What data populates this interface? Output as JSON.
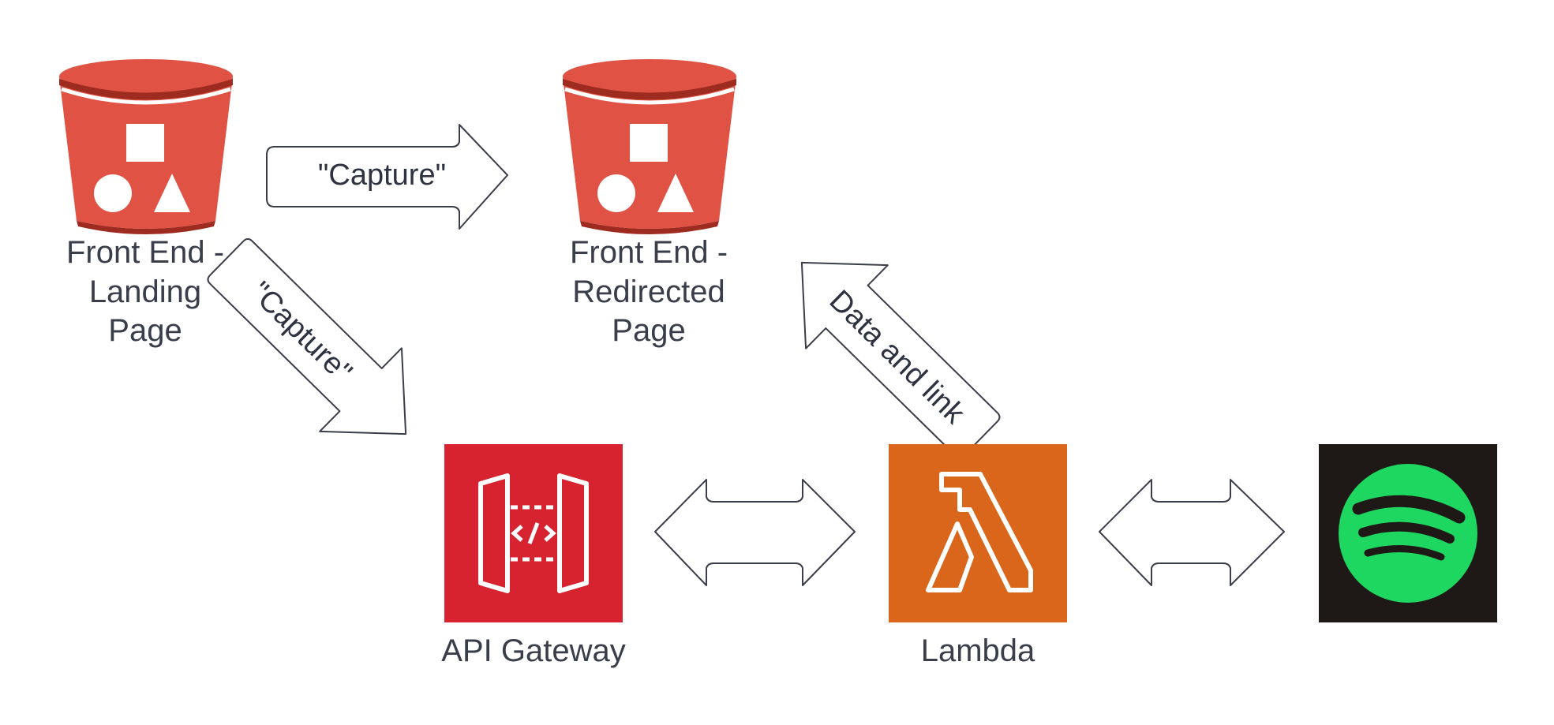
{
  "nodes": {
    "landing": {
      "label_lines": [
        "Front End -",
        "Landing",
        "Page"
      ],
      "icon": "s3-bucket-icon"
    },
    "redirected": {
      "label_lines": [
        "Front End -",
        "Redirected",
        "Page"
      ],
      "icon": "s3-bucket-icon"
    },
    "api_gateway": {
      "label": "API Gateway",
      "icon": "api-gateway-icon"
    },
    "lambda": {
      "label": "Lambda",
      "icon": "lambda-icon"
    },
    "spotify": {
      "icon": "spotify-icon"
    }
  },
  "arrows": {
    "landing_to_redirected": "\"Capture\"",
    "landing_to_api": "\"Capture\"",
    "lambda_to_redirected": "Data and link"
  },
  "colors": {
    "bucket": "#e05243",
    "bucket_dark": "#9e2b20",
    "api_gateway": "#d6232f",
    "lambda": "#d9661a",
    "spotify_bg": "#1e1817",
    "spotify_green": "#1ed760"
  }
}
